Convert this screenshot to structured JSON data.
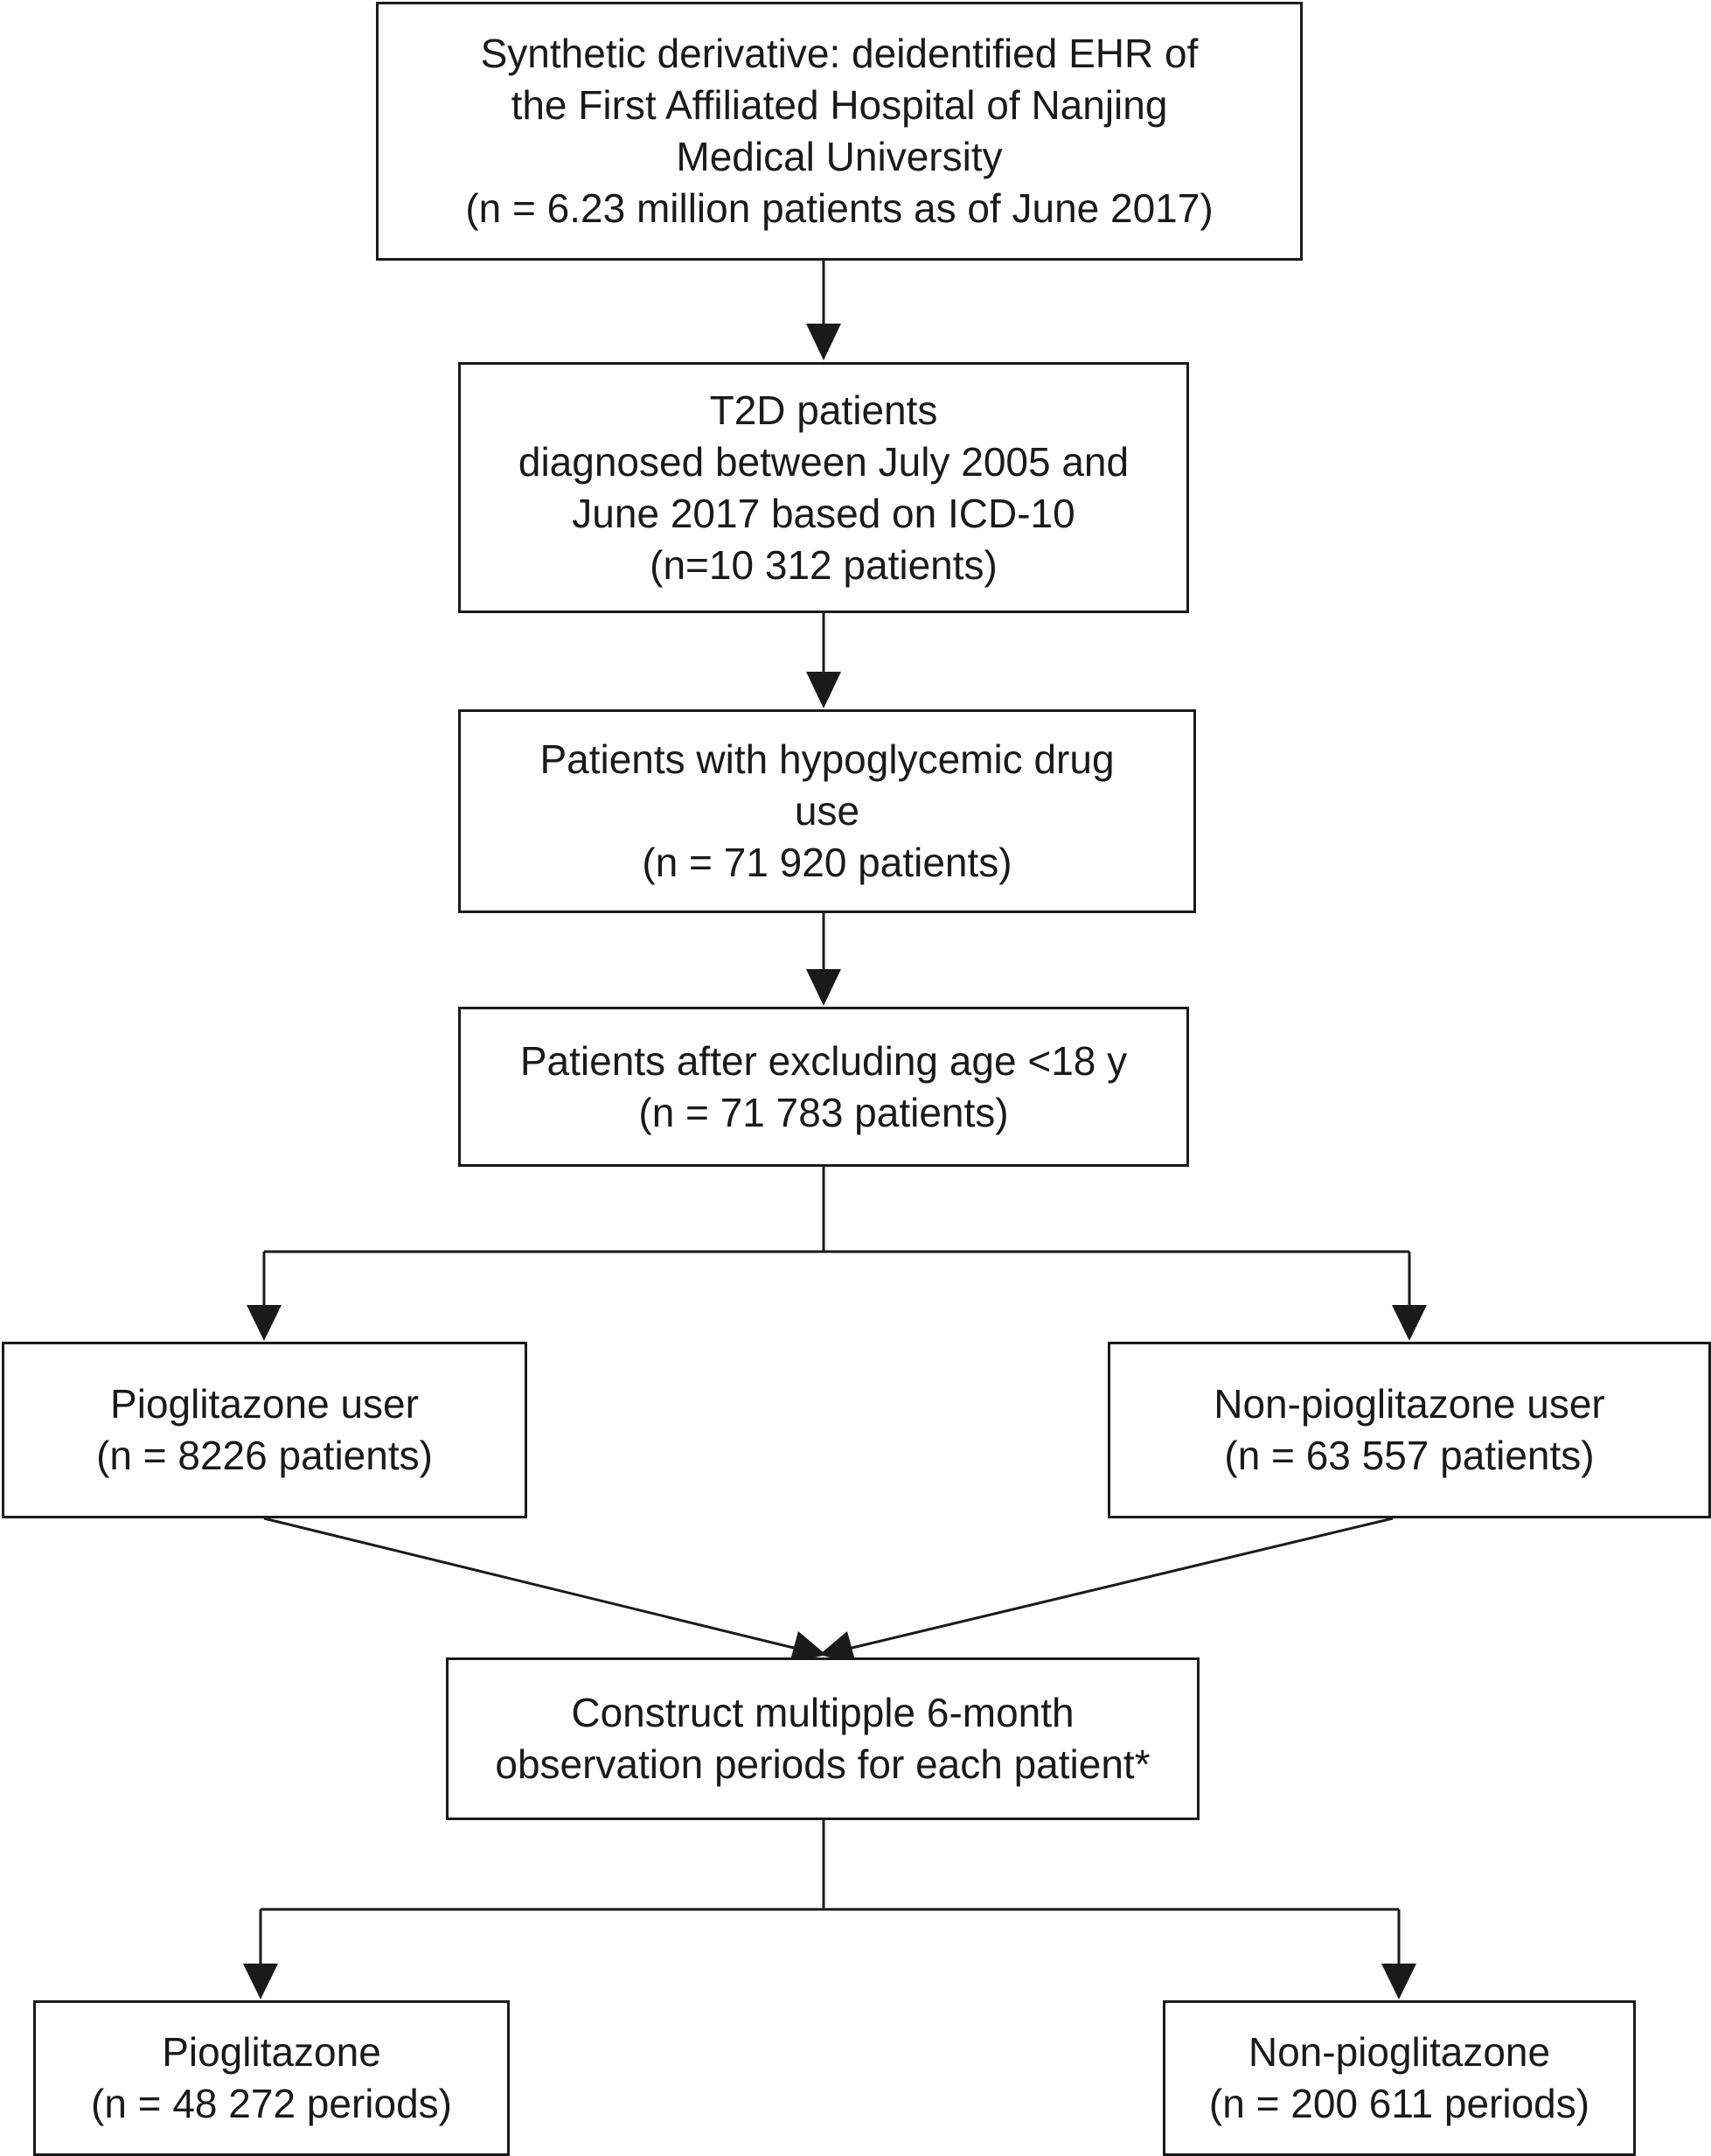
{
  "flowchart": {
    "source": {
      "lines": [
        "Synthetic derivative: deidentified EHR of",
        "the First Affiliated Hospital of Nanjing",
        "Medical University",
        "(n = 6.23 million patients as of June 2017)"
      ]
    },
    "t2d": {
      "lines": [
        "T2D patients",
        "diagnosed between July 2005 and",
        "June 2017 based on ICD-10",
        "(n=10 312 patients)"
      ]
    },
    "drug_use": {
      "lines": [
        "Patients with hypoglycemic drug",
        "use",
        "(n = 71 920 patients)"
      ]
    },
    "age_excluded": {
      "lines": [
        "Patients after excluding age <18 y",
        "(n = 71 783 patients)"
      ]
    },
    "pioglitazone_user": {
      "lines": [
        "Pioglitazone user",
        "(n = 8226 patients)"
      ]
    },
    "non_pioglitazone_user": {
      "lines": [
        "Non-pioglitazone user",
        "(n = 63 557 patients)"
      ]
    },
    "periods": {
      "lines": [
        "Construct multipple 6-month",
        "observation periods for each patient*"
      ]
    },
    "pioglitazone_periods": {
      "lines": [
        "Pioglitazone",
        "(n = 48 272 periods)"
      ]
    },
    "non_pioglitazone_periods": {
      "lines": [
        "Non-pioglitazone",
        "(n = 200 611 periods)"
      ]
    }
  },
  "colors": {
    "line": "#1a1a1a",
    "background": "#ffffff"
  }
}
